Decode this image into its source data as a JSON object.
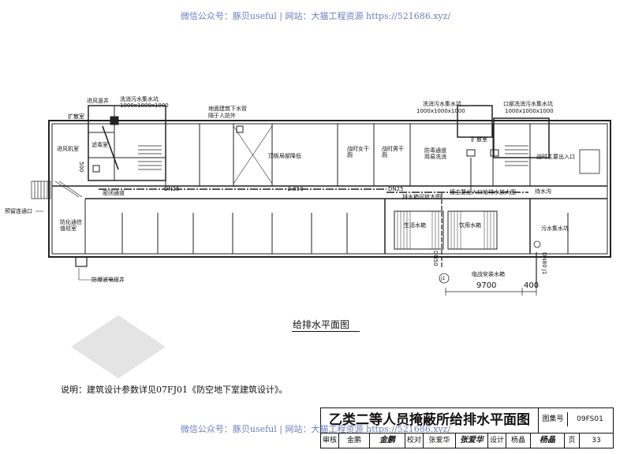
{
  "watermark_top": "微信公众号：豚贝useful | 网站：大猫工程资源 https://521686.xyz/",
  "watermark_bottom": "微信公众号：豚贝useful | 网站：大猫工程资源 https://521686.xyz/",
  "plan": {
    "labels": {
      "intake_shaft": "进风竖井",
      "washwater_pit_left": "洗消污水集水坑",
      "pit_size_left": "1000x1000x1000",
      "diffusion_room": "扩散室",
      "filter_room": "滤毒室",
      "fan_room": "进风机室",
      "ground_drain": "地面建筑下水管",
      "buried_pipe": "隔于人防外",
      "corridor_left": "密闭通道",
      "dn25_left": "DN25",
      "dry_latrine_f": "战时女干厕",
      "dry_latrine_m": "战时男干厕",
      "decon_passage": "防毒通道简易洗消",
      "washwater_pit_mid": "洗消污水集水坑",
      "pit_size_mid": "1000x1000x1000",
      "entry_pit": "口部洗消污水集水坑",
      "pit_size_right": "1000x1000x1000",
      "diffusion_room_r": "扩散室",
      "main_exit": "战时主要出入口",
      "elev": "-2.850",
      "dn25_mid": "DN25",
      "drain_detail": "排水箱间放大图",
      "main_entry_detail": "接主要出入口给排水放大图",
      "standby_water": "待水沟",
      "emergency_exit": "预留连通口",
      "comm_room": "防化通信值班室",
      "drink_tank_1": "生活水箱",
      "drink_tank_2": "饮用水箱",
      "sewage_pit": "污水集水坑",
      "blast_well": "防爆波电缆井",
      "temp_tank": "临战安装水箱",
      "dn50": "DN50",
      "dn80": "DN80 J1",
      "j1": "J1",
      "dim_500": "500",
      "dim_9700": "9700",
      "dim_400": "400"
    }
  },
  "caption": "给排水平面图",
  "note": "说明：建筑设计参数详见07FJ01《防空地下室建筑设计》。",
  "title_block": {
    "title": "乙类二等人员掩蔽所给排水平面图",
    "atlas_label": "图集号",
    "atlas_no": "09FS01",
    "review_label": "审核",
    "review_name": "金鹏",
    "review_sign": "金鹏",
    "check_label": "校对",
    "check_name": "张爱华",
    "check_sign": "张爱华",
    "design_label": "设计",
    "design_name": "杨晶",
    "design_sign": "杨晶",
    "page_label": "页",
    "page_no": "33"
  }
}
